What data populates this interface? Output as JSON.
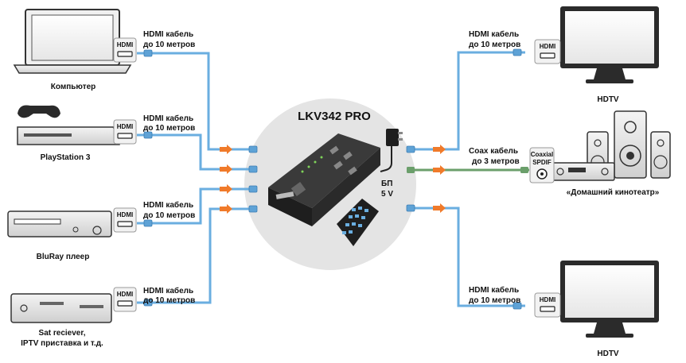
{
  "center": {
    "device_name": "LKV342 PRO",
    "psu_label_1": "БП",
    "psu_label_2": "5 V"
  },
  "port_label": "HDMI",
  "sources": [
    {
      "name": "Компьютер",
      "cable_1": "HDMI кабель",
      "cable_2": "до 10 метров"
    },
    {
      "name": "PlayStation 3",
      "cable_1": "HDMI кабель",
      "cable_2": "до 10 метров"
    },
    {
      "name": "BluRay плеер",
      "cable_1": "HDMI кабель",
      "cable_2": "до 10 метров"
    },
    {
      "name_1": "Sat reciever,",
      "name_2": "IPTV приставка и т.д.",
      "cable_1": "HDMI кабель",
      "cable_2": "до 10 метров"
    }
  ],
  "outputs": [
    {
      "name": "HDTV",
      "cable_1": "HDMI кабель",
      "cable_2": "до 10 метров"
    },
    {
      "name": "«Домашний кинотеатр»",
      "cable_1": "Coax кабель",
      "cable_2": "до 3 метров",
      "port_1": "Coaxial",
      "port_2": "SPDIF"
    },
    {
      "name": "HDTV",
      "cable_1": "HDMI кабель",
      "cable_2": "до 10 метров"
    }
  ],
  "colors": {
    "hdmi_cable": "#6aaee0",
    "coax_cable": "#6b9f6b",
    "arrow": "#f07a2a",
    "circle": "#e4e4e4",
    "device": "#2b2b2b"
  }
}
